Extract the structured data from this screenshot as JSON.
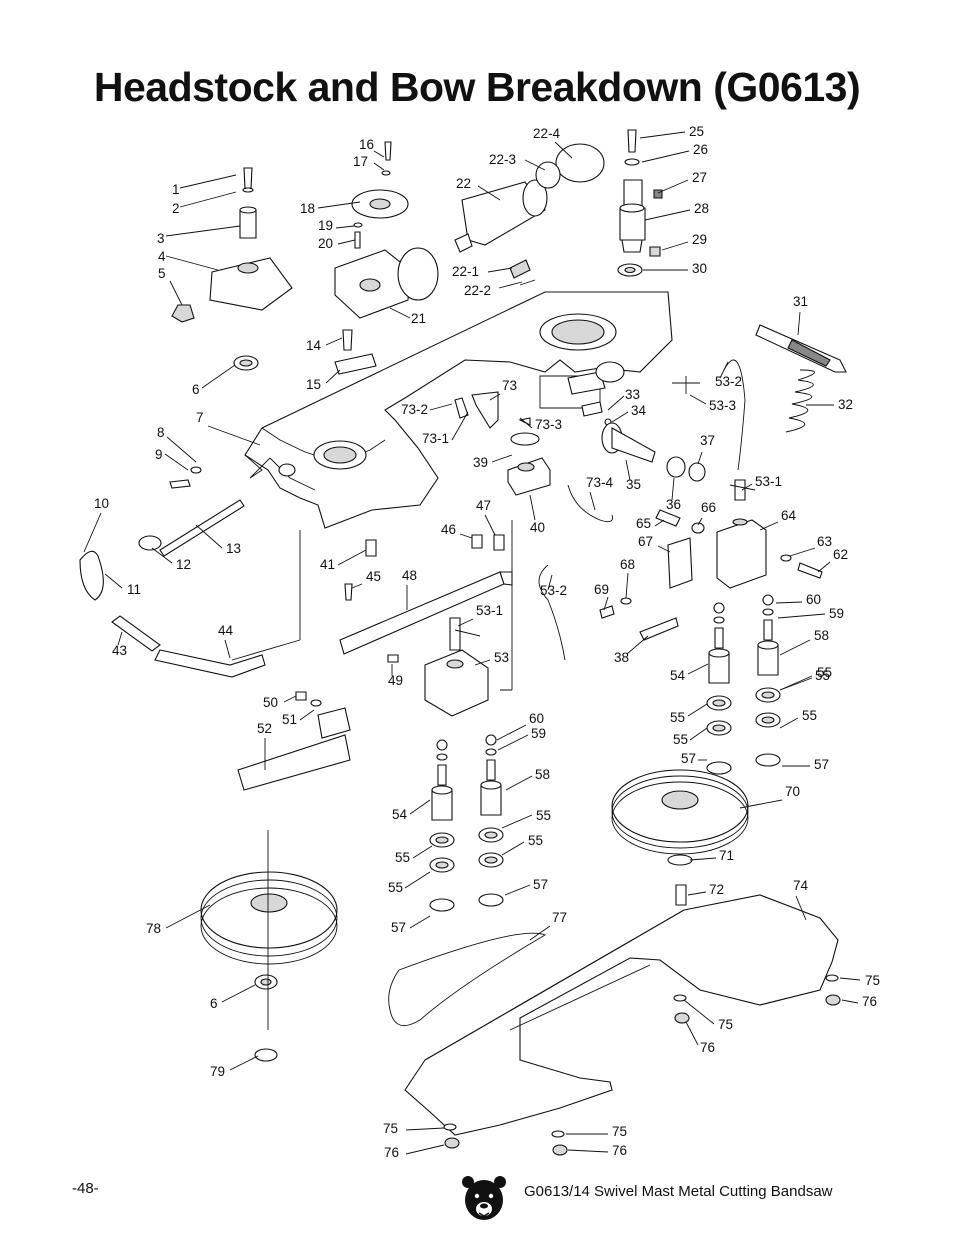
{
  "title": "Headstock and Bow Breakdown (G0613)",
  "page_number": "-48-",
  "footer_title": "G0613/14 Swivel Mast Metal Cutting Bandsaw",
  "callouts": [
    "1",
    "2",
    "3",
    "4",
    "5",
    "6",
    "7",
    "8",
    "9",
    "10",
    "11",
    "12",
    "13",
    "14",
    "15",
    "16",
    "17",
    "18",
    "19",
    "20",
    "21",
    "22",
    "22-1",
    "22-2",
    "22-3",
    "22-4",
    "25",
    "26",
    "27",
    "28",
    "29",
    "30",
    "31",
    "32",
    "33",
    "34",
    "35",
    "36",
    "37",
    "38",
    "39",
    "40",
    "41",
    "43",
    "44",
    "45",
    "46",
    "47",
    "48",
    "49",
    "50",
    "51",
    "52",
    "53",
    "53-1",
    "53-2",
    "53-3",
    "54",
    "55",
    "57",
    "58",
    "59",
    "60",
    "62",
    "63",
    "64",
    "65",
    "66",
    "67",
    "68",
    "69",
    "70",
    "71",
    "72",
    "73",
    "73-1",
    "73-2",
    "73-3",
    "73-4",
    "74",
    "75",
    "76",
    "77",
    "78",
    "79"
  ],
  "logo_icon": "grizzly-bear-head-icon"
}
